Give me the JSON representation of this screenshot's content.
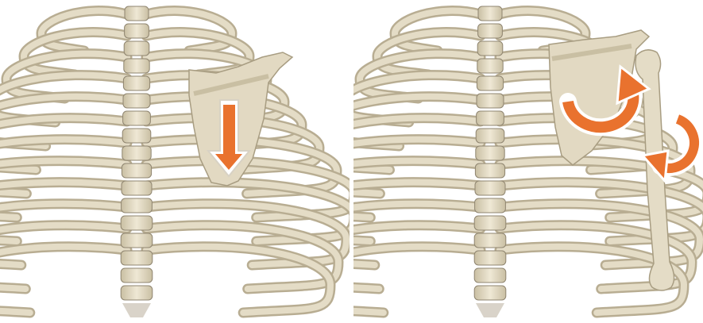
{
  "panels": [
    {
      "id": "left",
      "depicts": "posterior-rib-cage-with-scapula",
      "arrow_icon": "arrow-down-icon",
      "motion": "scapular-depression"
    },
    {
      "id": "right",
      "depicts": "posterior-rib-cage-with-scapula-and-humerus",
      "arrow_icon": "rotate-arrow-icon",
      "motion": "scapulohumeral-rotation"
    }
  ],
  "colors": {
    "bone": "#e4dcc6",
    "bone_shadow": "#b8ad92",
    "bone_dark": "#8f8570",
    "arrow": "#e9722e",
    "arrow_outline": "#ffffff",
    "background": "#ffffff"
  }
}
